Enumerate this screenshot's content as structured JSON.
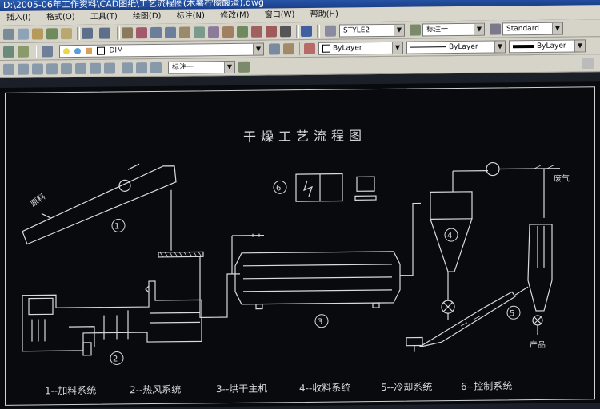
{
  "window": {
    "title": "D:\\2005-06年工作资料\\CAD图纸\\工艺流程图(木薯柠檬酸渣).dwg"
  },
  "menu": {
    "items": [
      "插入(I)",
      "格式(O)",
      "工具(T)",
      "绘图(D)",
      "标注(N)",
      "修改(M)",
      "窗口(W)",
      "帮助(H)"
    ]
  },
  "toolbar": {
    "text_style": "STYLE2",
    "dim_style_1": "标注一",
    "table_style": "Standard",
    "layer": "DIM",
    "dim_style_2": "标注一",
    "color": "ByLayer",
    "linetype": "ByLayer",
    "lineweight": "ByLayer"
  },
  "drawing": {
    "title": "干燥工艺流程图",
    "feed_label": "原料",
    "exhaust_label": "废气",
    "product_label": "产品",
    "markers": [
      "①",
      "②",
      "③",
      "④",
      "⑤",
      "⑥"
    ],
    "legend": [
      "1--加料系统",
      "2--热风系统",
      "3--烘干主机",
      "4--收料系统",
      "5--冷却系统",
      "6--控制系统"
    ]
  },
  "colors": {
    "canvas": "#080a0d",
    "line": "#d8dadc",
    "toolbar": "#d6d3c9"
  }
}
